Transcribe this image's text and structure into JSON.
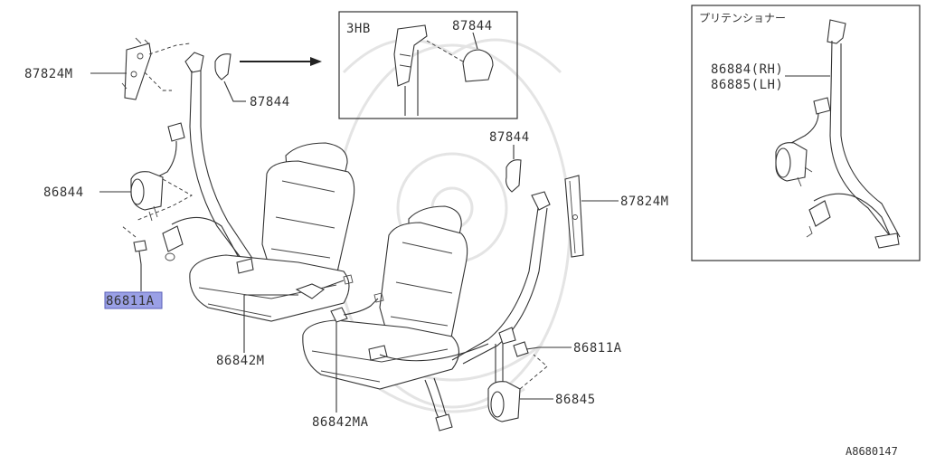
{
  "diagram_id": "A8680147",
  "inset_3hb": {
    "label": "3HB",
    "part": "87844"
  },
  "inset_pretensioner": {
    "title": "プリテンショナー",
    "part_rh": "86884(RH)",
    "part_lh": "86885(LH)"
  },
  "labels": {
    "p87824m_left": "87824M",
    "p87844_upper": "87844",
    "p86844": "86844",
    "p86811a_left": "86811A",
    "p86842m": "86842M",
    "p86842ma": "86842MA",
    "p87844_right": "87844",
    "p87824m_right": "87824M",
    "p86811a_right": "86811A",
    "p86845": "86845"
  },
  "highlighted_part": "86811A",
  "colors": {
    "highlight": "#9aa0e6",
    "line": "#333333"
  }
}
